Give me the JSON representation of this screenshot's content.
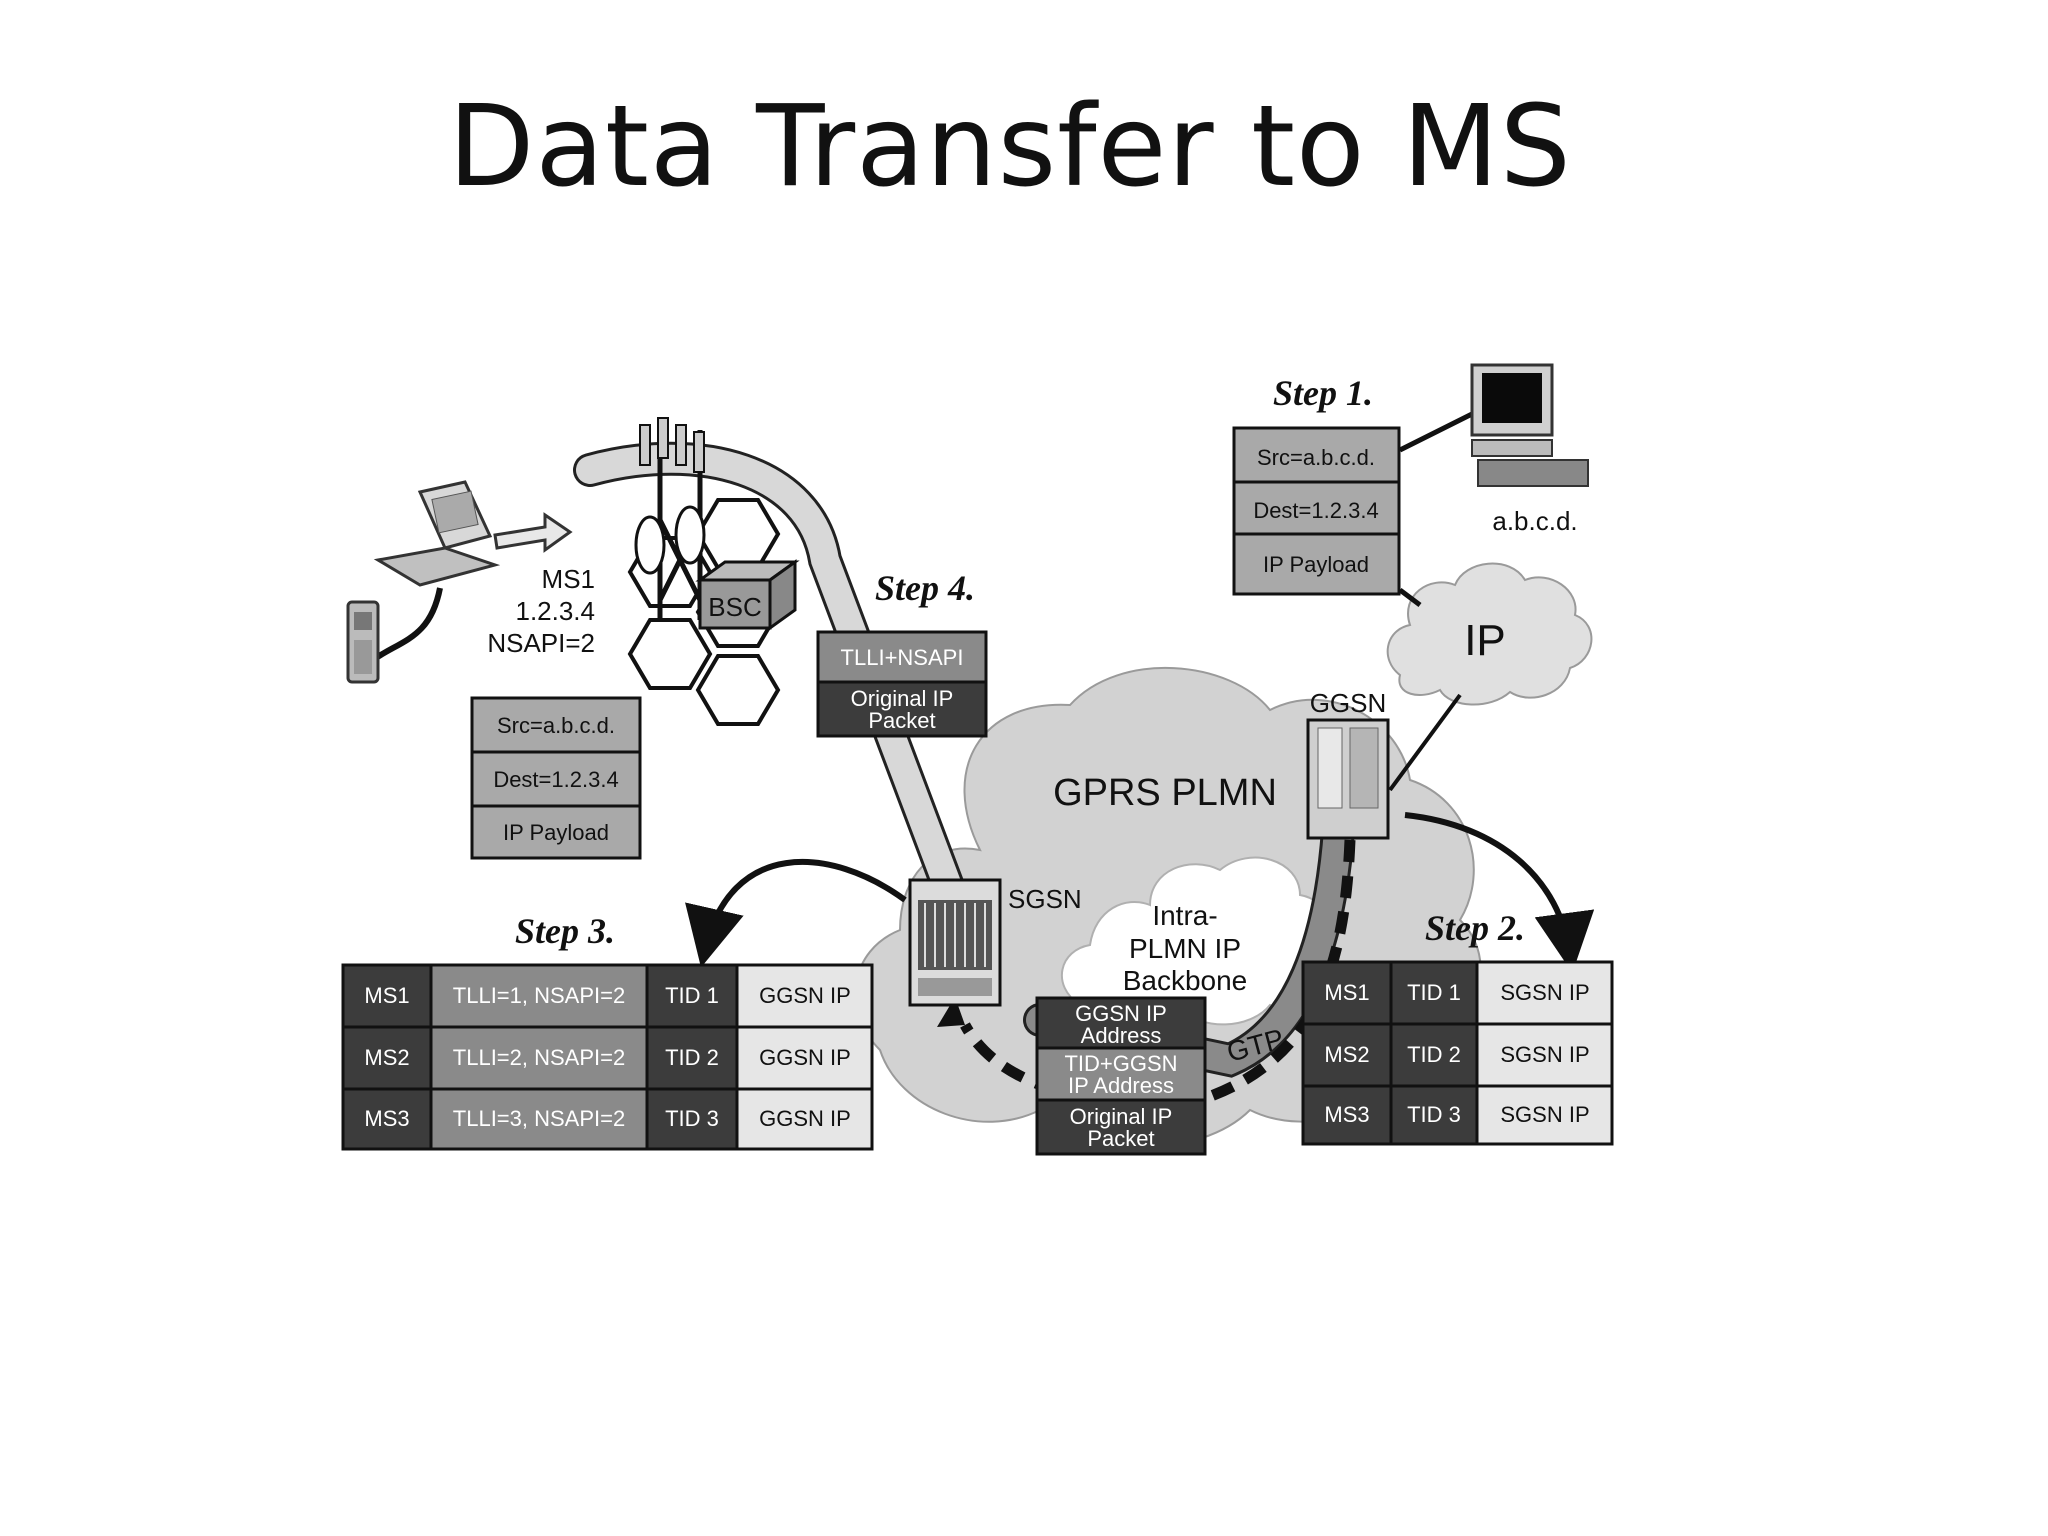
{
  "title": "Data Transfer to MS",
  "steps": {
    "step1": "Step 1.",
    "step2": "Step 2.",
    "step3": "Step 3.",
    "step4": "Step 4."
  },
  "host": {
    "label": "a.b.c.d."
  },
  "ip_cloud": {
    "label": "IP"
  },
  "gprs_cloud": {
    "label": "GPRS PLMN"
  },
  "backbone": {
    "line1": "Intra-",
    "line2": "PLMN IP",
    "line3": "Backbone"
  },
  "nodes": {
    "ggsn": "GGSN",
    "sgsn": "SGSN",
    "bsc": "BSC",
    "gtp": "GTP"
  },
  "ms": {
    "line1": "MS1",
    "line2": "1.2.3.4",
    "line3": "NSAPI=2"
  },
  "packet_step1": {
    "src": "Src=a.b.c.d.",
    "dest": "Dest=1.2.3.4",
    "payload": "IP Payload"
  },
  "packet_ms": {
    "src": "Src=a.b.c.d.",
    "dest": "Dest=1.2.3.4",
    "payload": "IP Payload"
  },
  "packet_step4": {
    "header": "TLLI+NSAPI",
    "body_line1": "Original IP",
    "body_line2": "Packet"
  },
  "packet_gtp": {
    "row1_line1": "GGSN IP",
    "row1_line2": "Address",
    "row2_line1": "TID+GGSN",
    "row2_line2": "IP Address",
    "row3_line1": "Original IP",
    "row3_line2": "Packet"
  },
  "table_step2": [
    [
      "MS1",
      "TID 1",
      "SGSN IP"
    ],
    [
      "MS2",
      "TID 2",
      "SGSN IP"
    ],
    [
      "MS3",
      "TID 3",
      "SGSN IP"
    ]
  ],
  "table_step3": [
    [
      "MS1",
      "TLLI=1, NSAPI=2",
      "TID 1",
      "GGSN IP"
    ],
    [
      "MS2",
      "TLLI=2, NSAPI=2",
      "TID 2",
      "GGSN IP"
    ],
    [
      "MS3",
      "TLLI=3, NSAPI=2",
      "TID 3",
      "GGSN IP"
    ]
  ]
}
